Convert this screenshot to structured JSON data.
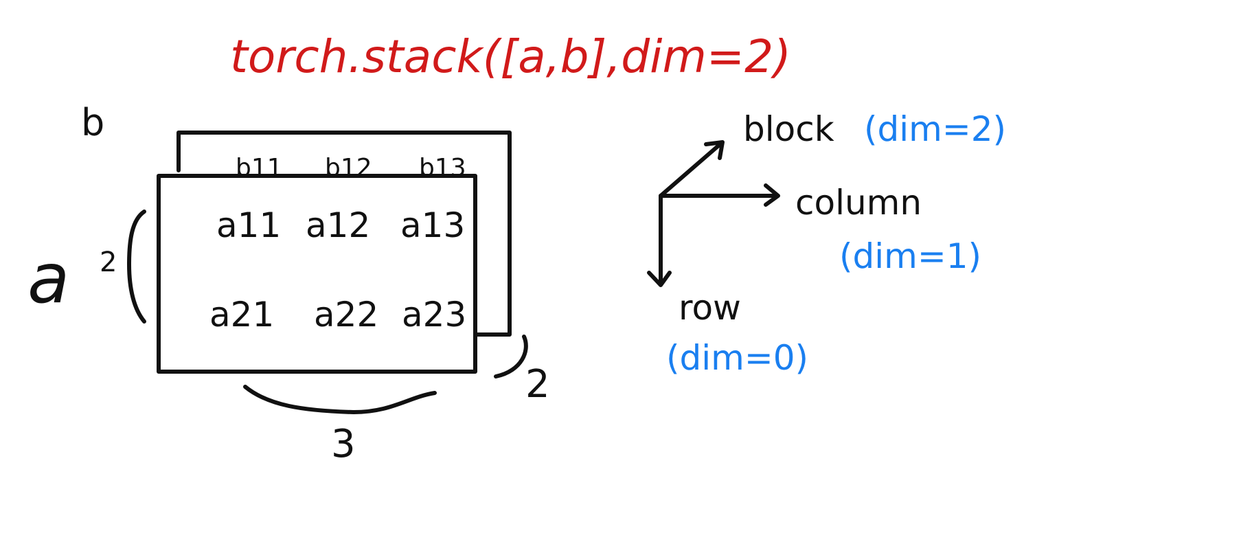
{
  "title": "torch.stack([a,b],dim=2)",
  "tensor_a_label": "a",
  "tensor_b_label": "b",
  "b_elements": [
    "b11",
    "b12",
    "b13"
  ],
  "a_elements": [
    [
      "a11",
      "a12",
      "a13"
    ],
    [
      "a21",
      "a22",
      "a23"
    ]
  ],
  "dims": {
    "rows": "2",
    "cols": "3",
    "stack": "2"
  },
  "axes": {
    "block": {
      "label": "block",
      "dim": "(dim=2)"
    },
    "column": {
      "label": "column",
      "dim": "(dim=1)"
    },
    "row": {
      "label": "row",
      "dim": "(dim=0)"
    }
  },
  "colors": {
    "title": "#d11a1a",
    "dim": "#1a7ff0",
    "ink": "#111111"
  }
}
